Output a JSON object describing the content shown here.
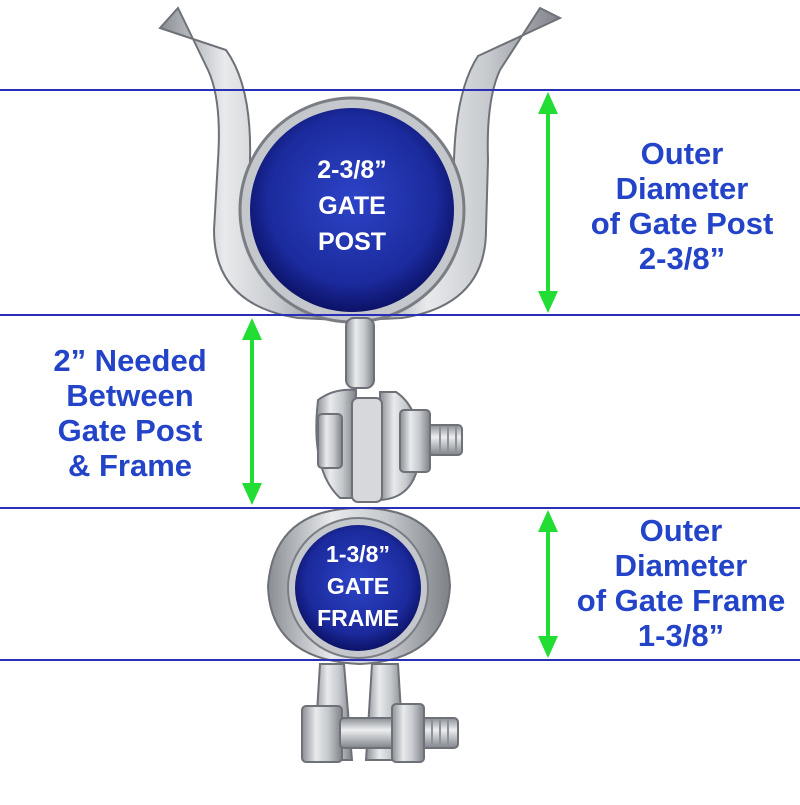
{
  "colors": {
    "line": "#2a2fb8",
    "arrow": "#22dd33",
    "label": "#2343c9",
    "pipe_fill": "#1e2fa8",
    "pipe_dark": "#0d1470",
    "metal_light": "#e4e6e8",
    "metal_mid": "#b8bcc0",
    "metal_dark": "#7c8086"
  },
  "post_circle": {
    "lines": [
      "2-3/8”",
      "GATE",
      "POST"
    ]
  },
  "frame_circle": {
    "lines": [
      "1-3/8”",
      "GATE",
      "FRAME"
    ]
  },
  "post_dimension": {
    "lines": [
      "Outer",
      "Diameter",
      "of Gate Post",
      "2-3/8”"
    ]
  },
  "gap_dimension": {
    "lines": [
      "2” Needed",
      "Between",
      "Gate Post",
      "& Frame"
    ]
  },
  "frame_dimension": {
    "lines": [
      "Outer",
      "Diameter",
      "of Gate Frame",
      "1-3/8”"
    ]
  },
  "icons": {
    "hinge": "gate-hinge-hardware-icon",
    "arrow": "double-headed-arrow-icon"
  }
}
